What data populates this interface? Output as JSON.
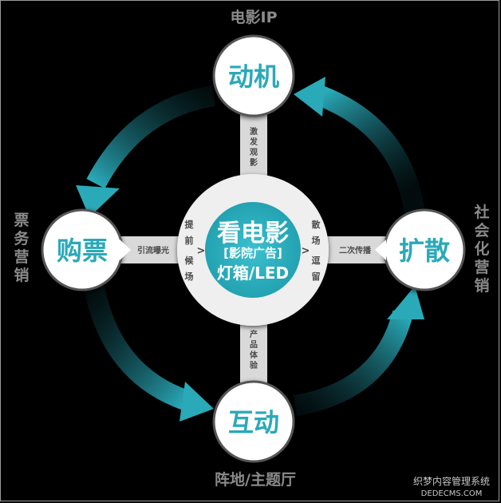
{
  "outer_labels": {
    "top": "电影IP",
    "bottom": "阵地/主题厅",
    "left": [
      "票",
      "务",
      "营",
      "销"
    ],
    "right": [
      "社",
      "会",
      "化",
      "营",
      "销"
    ]
  },
  "nodes": {
    "top": "动机",
    "left": "购票",
    "right": "扩散",
    "bottom": "互动"
  },
  "center": {
    "title": "看电影",
    "bracket": "[影院广告]",
    "sub": "灯箱/LED"
  },
  "connectors": {
    "top": [
      "激",
      "发",
      "观",
      "影"
    ],
    "left": "引流曝光",
    "right": "二次传播",
    "bottom": [
      "产",
      "品",
      "体",
      "验"
    ]
  },
  "side_notes": {
    "left": [
      "提",
      "前",
      "候",
      "场"
    ],
    "right": [
      "散",
      "场",
      "逗",
      "留"
    ],
    "left_arrow": ">",
    "right_arrow": ">"
  },
  "watermark": {
    "line1": "织梦内容管理系统",
    "line2": "DEDECMS.COM"
  },
  "colors": {
    "teal": "#2aa9b8",
    "teal_light": "#9fe3ea",
    "node_fill": "#ffffff",
    "connector_fill": "#d9d9d9",
    "background": "#000000"
  }
}
